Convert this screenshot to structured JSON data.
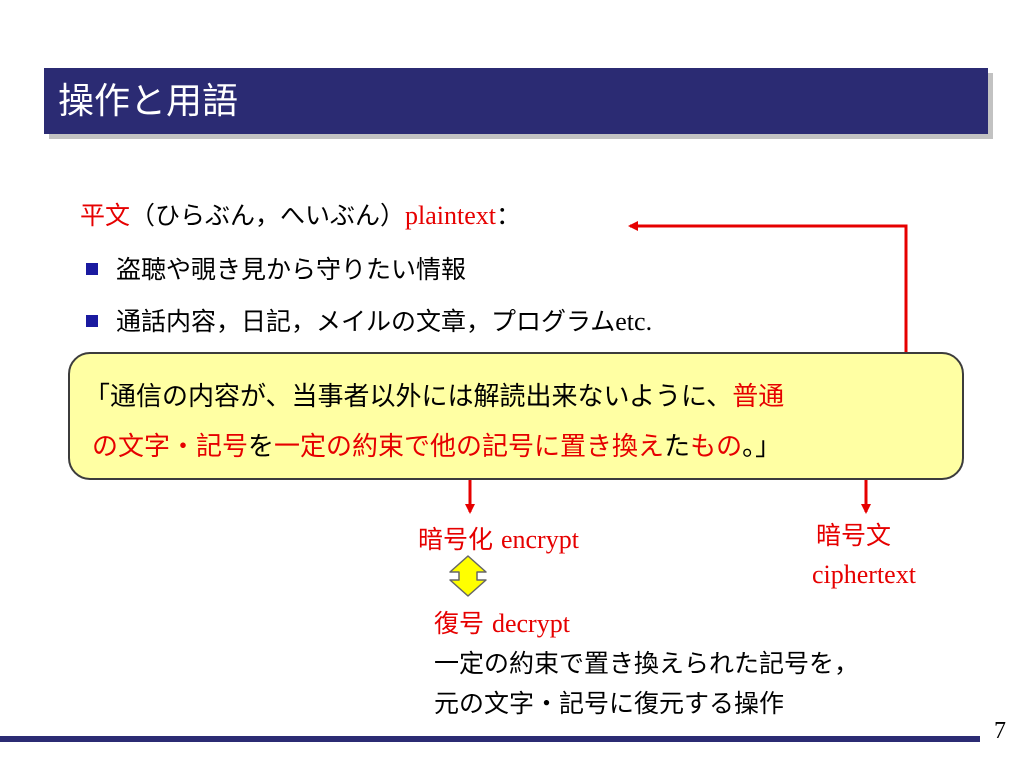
{
  "slide": {
    "title": "操作と用語",
    "page_number": "7"
  },
  "plaintext": {
    "term": "平文",
    "reading": "（ひらぶん，へいぶん）",
    "english": "plaintext",
    "colon": "："
  },
  "bullets": [
    {
      "text": "盗聴や覗き見から守りたい情報"
    },
    {
      "text_jp": "通話内容，日記，メイルの文章，プログラム",
      "text_en": "etc."
    }
  ],
  "definition": {
    "line1_black": "「通信の内容が、当事者以外には解読出来ないように、",
    "line1_red": "普通",
    "line2_red_a": "の文字・記号",
    "line2_black_a": "を",
    "line2_red_b": "一定の約束で他の記号に置き換え",
    "line2_black_b": "た",
    "line2_red_c": "もの",
    "line2_black_c": "。」"
  },
  "encrypt": {
    "term": "暗号化",
    "english": "encrypt"
  },
  "ciphertext": {
    "term": "暗号文",
    "english": "ciphertext"
  },
  "decrypt": {
    "term": "復号",
    "english": "decrypt",
    "desc_line1": "一定の約束で置き換えられた記号を，",
    "desc_line2": "元の文字・記号に復元する操作"
  },
  "colors": {
    "title_bar": "#2b2b73",
    "accent_red": "#e60000",
    "box_fill": "#ffffa3",
    "bullet": "#1a1aa0",
    "double_arrow": "#ffff00"
  },
  "icons": {
    "bullet": "square-bullet-icon",
    "double_arrow": "double-arrow-icon"
  }
}
